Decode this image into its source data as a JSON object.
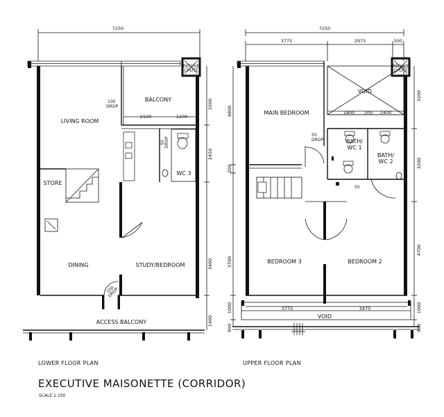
{
  "lower_floor": {
    "top_dimension": "7250",
    "rooms": {
      "living_room": "LIVING ROOM",
      "balcony": "BALCONY",
      "store": "STORE",
      "wc3": "WC 3",
      "dining": "DINING",
      "study_bedroom": "STUDY/BEDROOM",
      "access_balcony": "ACCESS BALCONY"
    },
    "refuse_chute": [
      "REFUSE",
      "CHUTE"
    ],
    "drops": {
      "drop_100_num": "100",
      "drop_100_word": "DROP",
      "drop_50_num": "50",
      "drop_50_word": "DROP",
      "drop_door_num": "100",
      "drop_door_word": "DROP"
    },
    "internal_dims": {
      "d2100": "2100",
      "d1200": "1200"
    },
    "side_dims": {
      "d3200": "3200",
      "d2450": "2450",
      "d3400": "3400",
      "d1900": "1900"
    },
    "caption": "LOWER FLOOR PLAN"
  },
  "upper_floor": {
    "top_dimension": "7250",
    "sub_dims": {
      "d3775": "3775",
      "d2975": "2975",
      "d500": "500"
    },
    "rooms": {
      "main_bedroom": "MAIN BEDROOM",
      "void_top": "VOID",
      "bath_wc1": [
        "BATH/",
        "WC 1"
      ],
      "bath_wc2": [
        "BATH/",
        "WC 2"
      ],
      "bedroom3": "BEDROOM 3",
      "bedroom2": "BEDROOM 2",
      "void_bottom": "VOID"
    },
    "refuse_chute": [
      "REFUSE",
      "CHUTE"
    ],
    "drops": {
      "drop_50_num": "50",
      "drop_50_word": "DROP",
      "step_50": "50"
    },
    "internal_dims": {
      "d1800": "1800",
      "d100": "100",
      "d1400": "1400",
      "d3775b": "3775",
      "d3475": "3475"
    },
    "left_dims": {
      "d4800": "4800",
      "d200": "200",
      "d3700": "3700",
      "d1000": "1000",
      "d900": "900"
    },
    "right_dims": {
      "d3200": "3200",
      "d3200b": "3200",
      "d4700": "4700",
      "d1000": "1000",
      "d900": "900"
    },
    "caption": "UPPER FLOOR PLAN"
  },
  "title": "EXECUTIVE MAISONETTE (CORRIDOR)",
  "scale": "SCALE  1:100"
}
